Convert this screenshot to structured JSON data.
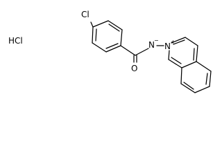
{
  "structure": {
    "salt_label": "HCl",
    "atom_labels": {
      "chlorine": "Cl",
      "oxygen": "O",
      "amide_nitrogen": "N",
      "ring_nitrogen": "N",
      "ring_nitrogen_charge": "+",
      "amide_nitrogen_charge": "−"
    }
  }
}
